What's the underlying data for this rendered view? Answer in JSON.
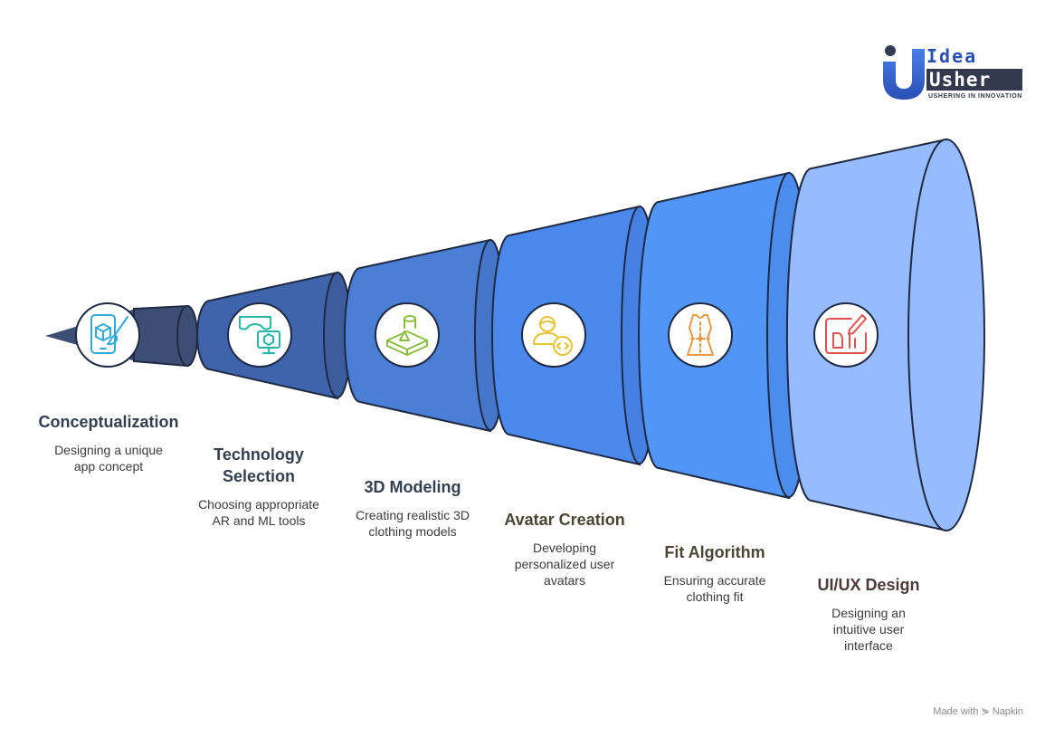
{
  "logo": {
    "word1": "Idea",
    "word2": "Usher",
    "tagline": "USHERING IN INNOVATION"
  },
  "stages": [
    {
      "title": "Conceptualization",
      "description": "Designing a unique app concept",
      "icon": "tablet-cube-paintbrush-icon",
      "color": "#3d4e75",
      "icon_color": "#33a9d9",
      "title_color": "#333f4f"
    },
    {
      "title": "Technology Selection",
      "description": "Choosing appropriate AR and ML tools",
      "icon": "vr-headset-monitor-icon",
      "color": "#3f64ac",
      "icon_color": "#29b6a4",
      "title_color": "#333f4f"
    },
    {
      "title": "3D Modeling",
      "description": "Creating realistic 3D clothing models",
      "icon": "3d-shapes-icon",
      "color": "#4b7fd6",
      "icon_color": "#8cbd43",
      "title_color": "#333f4f"
    },
    {
      "title": "Avatar Creation",
      "description": "Developing personalized user avatars",
      "icon": "user-avatar-code-icon",
      "color": "#4b88ec",
      "icon_color": "#e6c330",
      "title_color": "#4a4633"
    },
    {
      "title": "Fit Algorithm",
      "description": "Ensuring accurate clothing fit",
      "icon": "dress-form-icon",
      "color": "#5195f6",
      "icon_color": "#e69a46",
      "title_color": "#4a4633"
    },
    {
      "title": "UI/UX Design",
      "description": "Designing an intuitive user interface",
      "icon": "ui-design-pencil-icon",
      "color": "#96bcff",
      "icon_color": "#e05252",
      "title_color": "#4d3a3a"
    }
  ],
  "credit": "Made with ⋟ Napkin"
}
